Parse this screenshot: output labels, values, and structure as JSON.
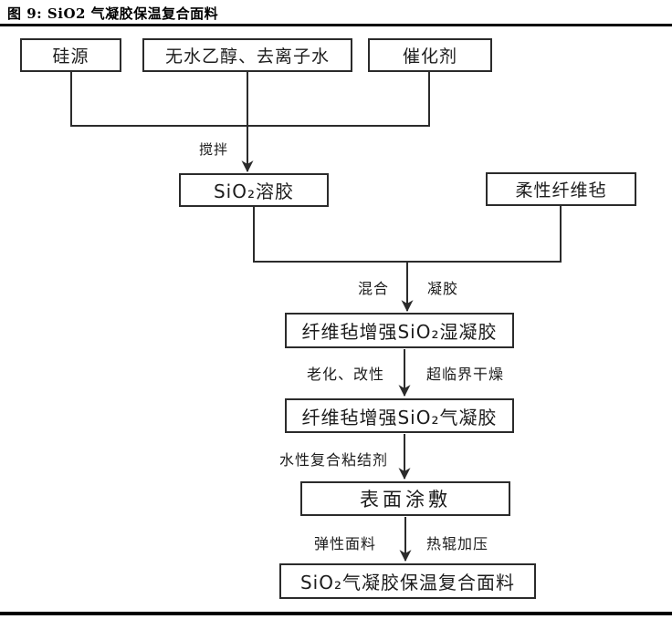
{
  "title": "图 9: SiO2 气凝胶保温复合面料",
  "diagram": {
    "nodes": {
      "silicon_source": "硅源",
      "ethanol_water": "无水乙醇、去离子水",
      "catalyst": "催化剂",
      "sio2_sol": "SiO₂溶胶",
      "fiber_felt": "柔性纤维毡",
      "wet_gel": "纤维毡增强SiO₂湿凝胶",
      "aerogel": "纤维毡增强SiO₂气凝胶",
      "surface_coating": "表面涂敷",
      "final_product": "SiO₂气凝胶保温复合面料"
    },
    "edge_labels": {
      "stir": "搅拌",
      "mix": "混合",
      "gel": "凝胶",
      "aging_modification": "老化、改性",
      "supercritical_drying": "超临界干燥",
      "waterborne_binder": "水性复合粘结剂",
      "elastic_fabric": "弹性面料",
      "hot_roll_pressing": "热辊加压"
    },
    "colors": {
      "line": "#2b2b2b",
      "box_border": "#2b2b2b",
      "text": "#1c1c1c",
      "rule": "#000000"
    }
  }
}
